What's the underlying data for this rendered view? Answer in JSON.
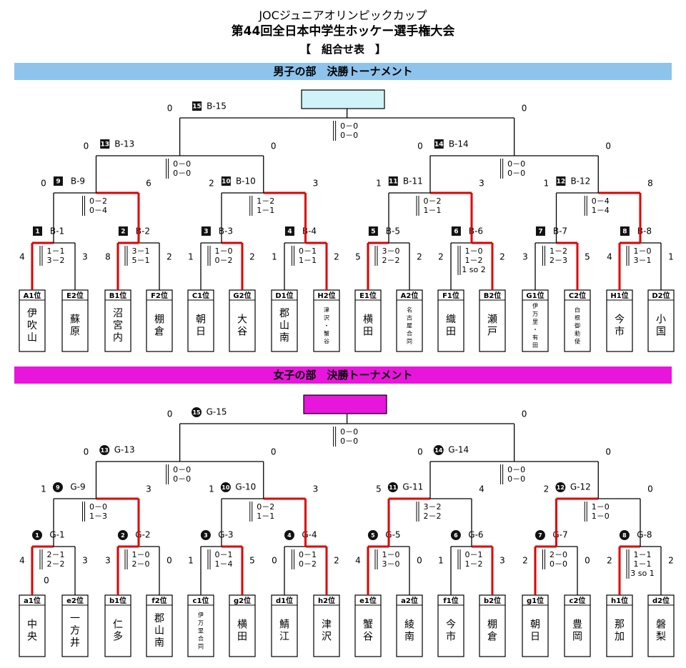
{
  "header": {
    "line1": "JOCジュニアオリンピックカップ",
    "line2": "第44回全日本中学生ホッケー選手権大会",
    "line3": "【　組合せ表　】"
  },
  "colors": {
    "boys_band": "#8ec3ec",
    "girls_band": "#e815dc",
    "final_box_boys": "#cff3f6",
    "final_box_girls": "#e815dc",
    "winner_line": "#e00000"
  },
  "brackets": [
    {
      "id": "boys",
      "title": "男子の部　決勝トーナメント",
      "teams": [
        {
          "seed": "A1位",
          "name": "伊吹山"
        },
        {
          "seed": "E2位",
          "name": "蘇原"
        },
        {
          "seed": "B1位",
          "name": "沼宮内"
        },
        {
          "seed": "F2位",
          "name": "棚倉"
        },
        {
          "seed": "C1位",
          "name": "朝日"
        },
        {
          "seed": "G2位",
          "name": "大谷"
        },
        {
          "seed": "D1位",
          "name": "郡山南"
        },
        {
          "seed": "H2位",
          "name": "津沢・蟹谷"
        },
        {
          "seed": "E1位",
          "name": "横田"
        },
        {
          "seed": "A2位",
          "name": "名古屋合同"
        },
        {
          "seed": "F1位",
          "name": "織田"
        },
        {
          "seed": "B2位",
          "name": "瀬戸"
        },
        {
          "seed": "G1位",
          "name": "伊万里・有田"
        },
        {
          "seed": "C2位",
          "name": "白根御勅使"
        },
        {
          "seed": "H1位",
          "name": "今市"
        },
        {
          "seed": "D2位",
          "name": "小国"
        }
      ],
      "matches": [
        {
          "num": "1",
          "code": "B-1",
          "left": "4",
          "right": "3",
          "periods": [
            "1－1",
            "3－2"
          ],
          "winner": "left"
        },
        {
          "num": "2",
          "code": "B-2",
          "left": "8",
          "right": "2",
          "periods": [
            "3－1",
            "5－1"
          ],
          "winner": "left"
        },
        {
          "num": "3",
          "code": "B-3",
          "left": "1",
          "right": "2",
          "periods": [
            "1－0",
            "0－2"
          ],
          "winner": "right"
        },
        {
          "num": "4",
          "code": "B-4",
          "left": "1",
          "right": "2",
          "periods": [
            "0－1",
            "1－1"
          ],
          "winner": "right"
        },
        {
          "num": "5",
          "code": "B-5",
          "left": "5",
          "right": "2",
          "periods": [
            "3－0",
            "2－2"
          ],
          "winner": "left"
        },
        {
          "num": "6",
          "code": "B-6",
          "left": "2",
          "right": "2",
          "periods": [
            "1－0",
            "1－2",
            "1 so 2"
          ],
          "winner": "right"
        },
        {
          "num": "7",
          "code": "B-7",
          "left": "3",
          "right": "5",
          "periods": [
            "1－2",
            "2－3"
          ],
          "winner": "right"
        },
        {
          "num": "8",
          "code": "B-8",
          "left": "4",
          "right": "1",
          "periods": [
            "1－0",
            "3－1"
          ],
          "winner": "left"
        },
        {
          "num": "9",
          "code": "B-9",
          "left": "0",
          "right": "6",
          "periods": [
            "0－2",
            "0－4"
          ],
          "winner": "right"
        },
        {
          "num": "10",
          "code": "B-10",
          "left": "2",
          "right": "3",
          "periods": [
            "1－2",
            "1－1"
          ],
          "winner": "right"
        },
        {
          "num": "11",
          "code": "B-11",
          "left": "1",
          "right": "3",
          "periods": [
            "0－2",
            "1－1"
          ],
          "winner": "right"
        },
        {
          "num": "12",
          "code": "B-12",
          "left": "1",
          "right": "8",
          "periods": [
            "0－4",
            "1－4"
          ],
          "winner": "right"
        },
        {
          "num": "13",
          "code": "B-13",
          "left": "0",
          "right": "0",
          "periods": [
            "0－0",
            "0－0"
          ],
          "winner": "none"
        },
        {
          "num": "14",
          "code": "B-14",
          "left": "0",
          "right": "0",
          "periods": [
            "0－0",
            "0－0"
          ],
          "winner": "none"
        },
        {
          "num": "15",
          "code": "B-15",
          "left": "0",
          "right": "0",
          "periods": [
            "0－0",
            "0－0"
          ],
          "winner": "none"
        }
      ]
    },
    {
      "id": "girls",
      "title": "女子の部　決勝トーナメント",
      "teams": [
        {
          "seed": "a1位",
          "name": "中央"
        },
        {
          "seed": "e2位",
          "name": "一方井"
        },
        {
          "seed": "b1位",
          "name": "仁多"
        },
        {
          "seed": "f2位",
          "name": "郡山南"
        },
        {
          "seed": "c1位",
          "name": "伊万里合同"
        },
        {
          "seed": "g2位",
          "name": "横田"
        },
        {
          "seed": "d1位",
          "name": "鯖江"
        },
        {
          "seed": "h2位",
          "name": "津沢"
        },
        {
          "seed": "e1位",
          "name": "蟹谷"
        },
        {
          "seed": "a2位",
          "name": "綾南"
        },
        {
          "seed": "f1位",
          "name": "今市"
        },
        {
          "seed": "b2位",
          "name": "棚倉"
        },
        {
          "seed": "g1位",
          "name": "朝日"
        },
        {
          "seed": "c2位",
          "name": "豊岡"
        },
        {
          "seed": "h1位",
          "name": "那加"
        },
        {
          "seed": "d2位",
          "name": "磐梨"
        }
      ],
      "matches": [
        {
          "num": "①",
          "code": "G-1",
          "left": "4",
          "right": "3",
          "periods": [
            "2－1",
            "2－2"
          ],
          "winner": "left",
          "extra": "0"
        },
        {
          "num": "②",
          "code": "G-2",
          "left": "3",
          "right": "0",
          "periods": [
            "1－0",
            "2－0"
          ],
          "winner": "left"
        },
        {
          "num": "③",
          "code": "G-3",
          "left": "1",
          "right": "5",
          "periods": [
            "0－1",
            "1－4"
          ],
          "winner": "right"
        },
        {
          "num": "④",
          "code": "G-4",
          "left": "0",
          "right": "2",
          "periods": [
            "0－1",
            "0－2"
          ],
          "winner": "right"
        },
        {
          "num": "⑤",
          "code": "G-5",
          "left": "4",
          "right": "0",
          "periods": [
            "1－0",
            "3－0"
          ],
          "winner": "left"
        },
        {
          "num": "⑥",
          "code": "G-6",
          "left": "1",
          "right": "3",
          "periods": [
            "0－1",
            "1－2"
          ],
          "winner": "right"
        },
        {
          "num": "⑦",
          "code": "G-7",
          "left": "2",
          "right": "0",
          "periods": [
            "2－0",
            "0－0"
          ],
          "winner": "left"
        },
        {
          "num": "⑧",
          "code": "G-8",
          "left": "2",
          "right": "2",
          "periods": [
            "1－1",
            "1－1",
            "3 so 1"
          ],
          "winner": "left"
        },
        {
          "num": "⑨",
          "code": "G-9",
          "left": "1",
          "right": "3",
          "periods": [
            "0－0",
            "1－3"
          ],
          "winner": "right"
        },
        {
          "num": "⑩",
          "code": "G-10",
          "left": "1",
          "right": "3",
          "periods": [
            "0－2",
            "1－1"
          ],
          "winner": "right"
        },
        {
          "num": "⑪",
          "code": "G-11",
          "left": "5",
          "right": "4",
          "periods": [
            "3－2",
            "2－2"
          ],
          "winner": "left"
        },
        {
          "num": "⑫",
          "code": "G-12",
          "left": "2",
          "right": "0",
          "periods": [
            "1－0",
            "1－0"
          ],
          "winner": "left"
        },
        {
          "num": "⑬",
          "code": "G-13",
          "left": "0",
          "right": "0",
          "periods": [
            "0－0",
            "0－0"
          ],
          "winner": "none"
        },
        {
          "num": "⑭",
          "code": "G-14",
          "left": "0",
          "right": "0",
          "periods": [
            "0－0",
            "0－0"
          ],
          "winner": "none"
        },
        {
          "num": "⑮",
          "code": "G-15",
          "left": "0",
          "right": "0",
          "periods": [
            "0－0",
            "0－0"
          ],
          "winner": "none"
        }
      ]
    }
  ]
}
